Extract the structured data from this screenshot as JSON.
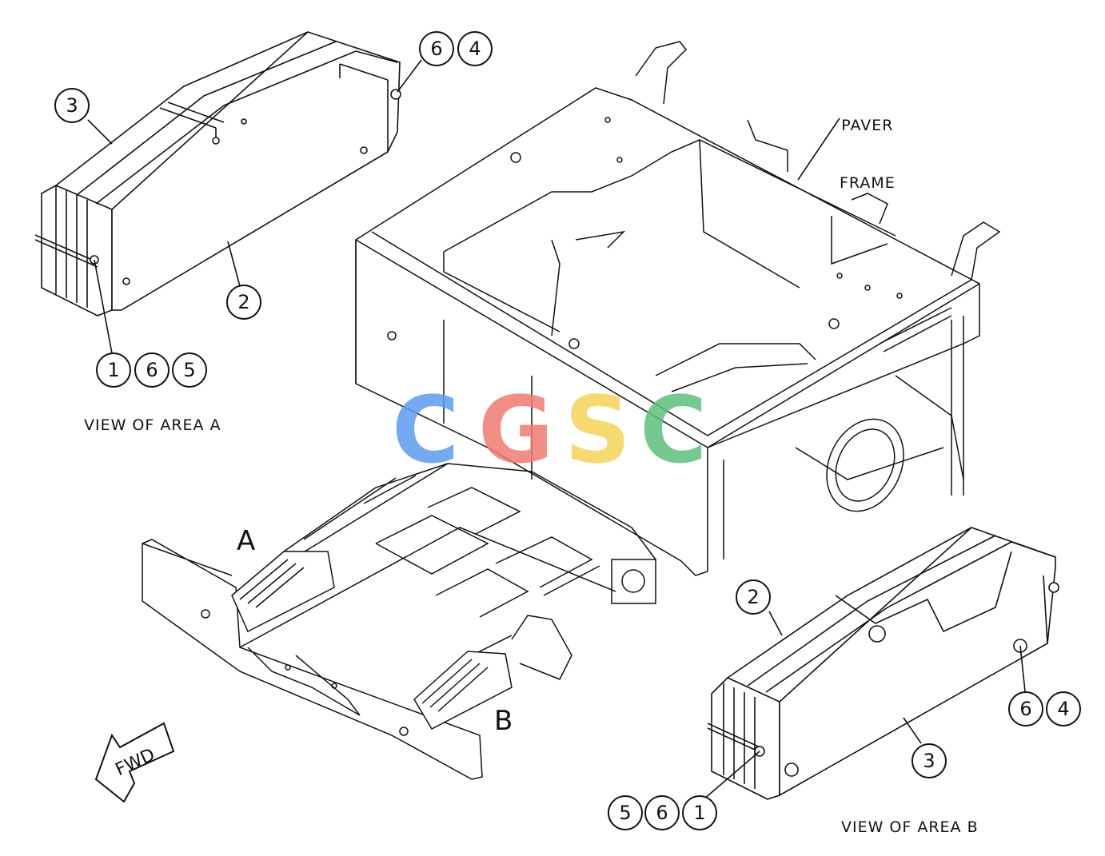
{
  "labels": {
    "view_area_a": "VIEW OF AREA A",
    "view_area_b": "VIEW OF AREA B",
    "paver_frame_line1": "PAVER",
    "paver_frame_line2": "FRAME",
    "area_a": "A",
    "area_b": "B",
    "fwd": "FWD"
  },
  "callouts_area_a": {
    "top": [
      "6",
      "4"
    ],
    "left": "3",
    "bottom": "2",
    "group": [
      "1",
      "6",
      "5"
    ]
  },
  "callouts_area_b": {
    "top": "2",
    "right": [
      "6",
      "4"
    ],
    "bottom": "3",
    "group": [
      "5",
      "6",
      "1"
    ]
  },
  "watermark": {
    "text": "CGSC",
    "colors": [
      "#5b9cf0",
      "#ef7b70",
      "#f6d35a",
      "#5fbf7e"
    ]
  },
  "colors": {
    "line": "#111111",
    "background": "#ffffff"
  }
}
